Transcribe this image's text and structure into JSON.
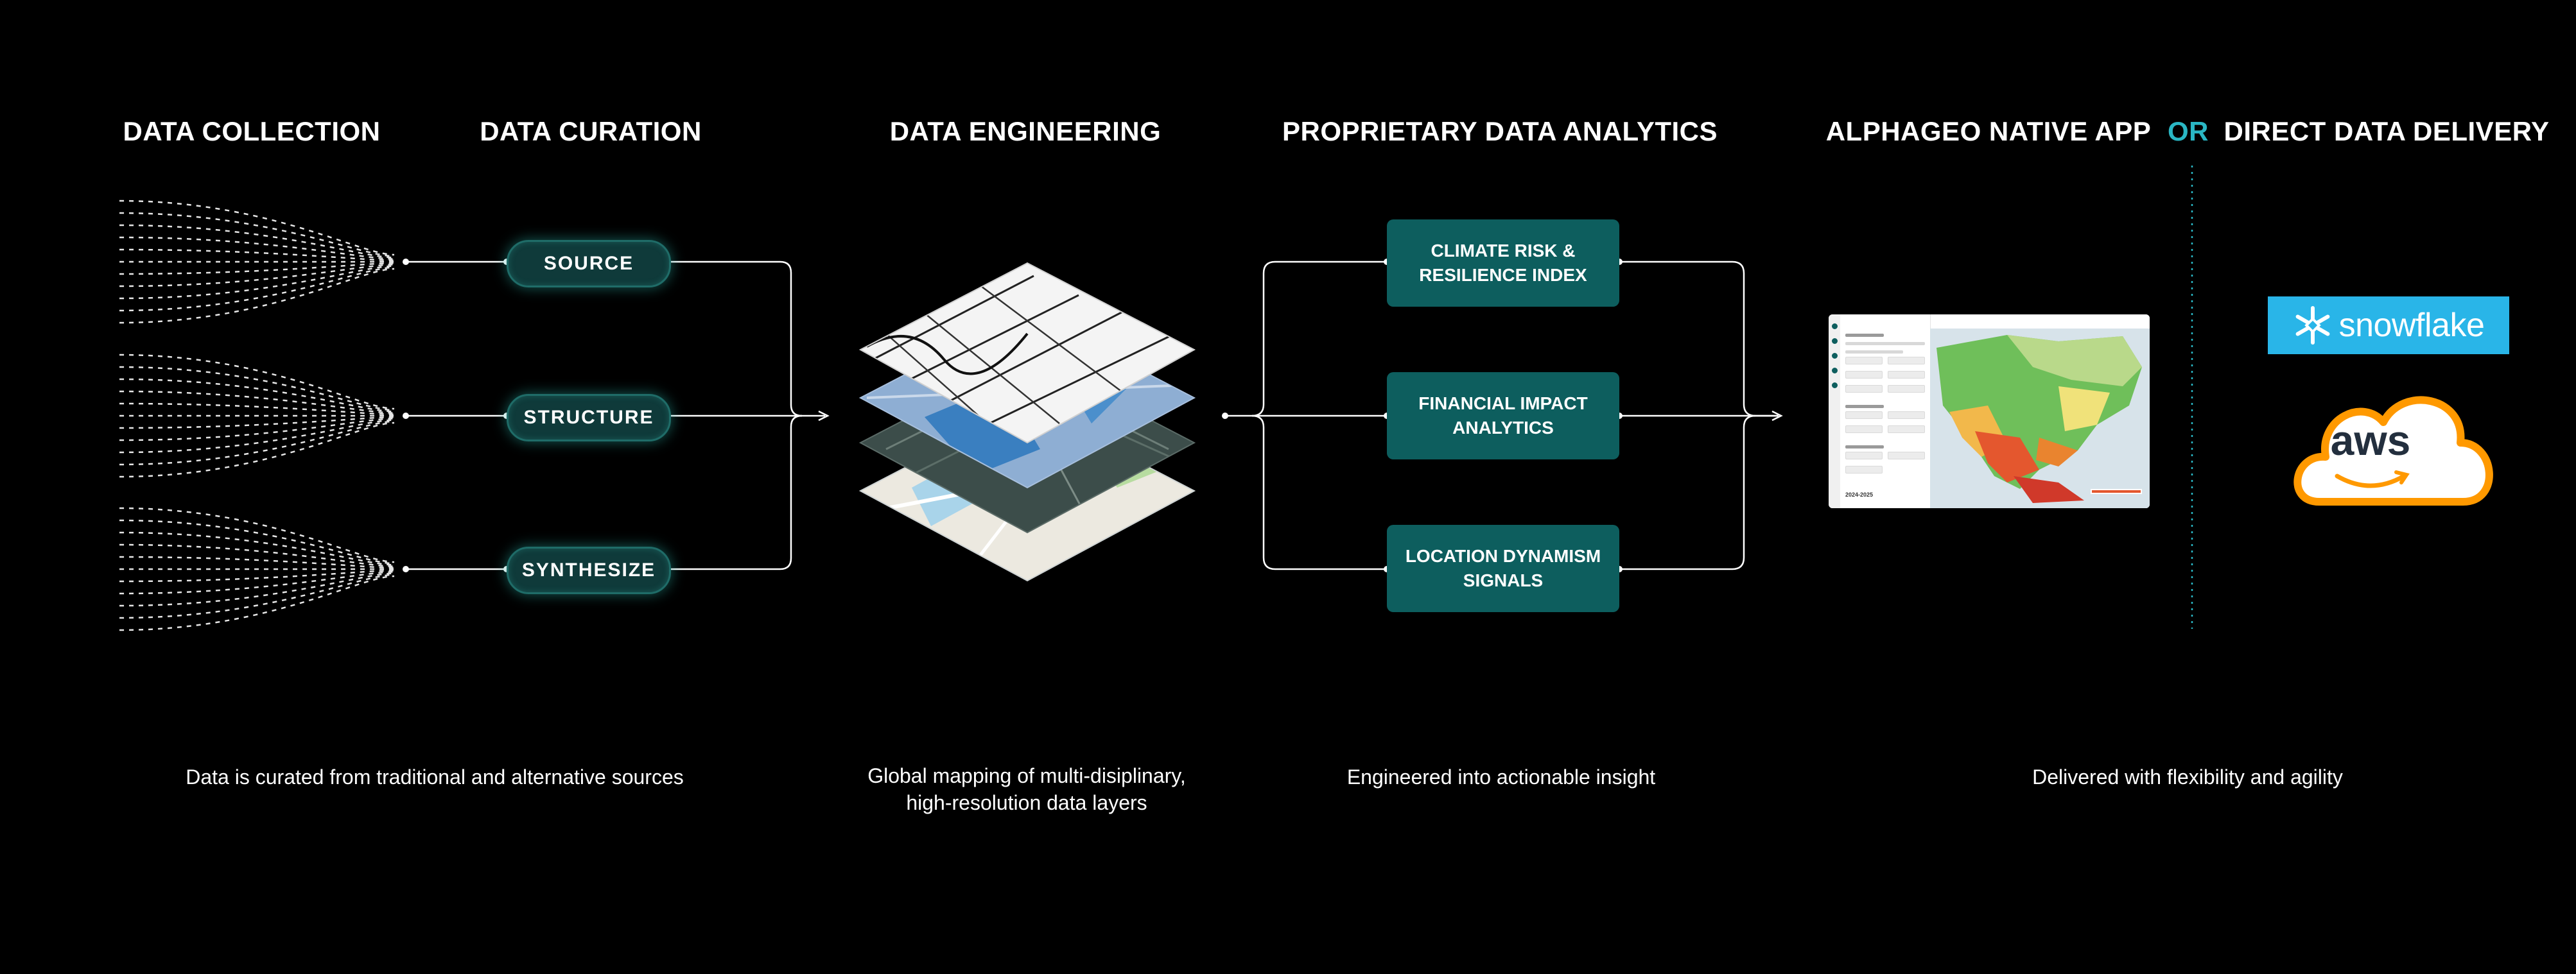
{
  "headers": {
    "collection": "DATA COLLECTION",
    "curation": "DATA CURATION",
    "engineering": "DATA ENGINEERING",
    "analytics": "PROPRIETARY DATA ANALYTICS",
    "native_app": "ALPHAGEO NATIVE APP",
    "or": "OR",
    "delivery": "DIRECT DATA DELIVERY"
  },
  "curation_steps": [
    "SOURCE",
    "STRUCTURE",
    "SYNTHESIZE"
  ],
  "analytics_boxes": [
    "CLIMATE RISK & RESILIENCE INDEX",
    "FINANCIAL IMPACT ANALYTICS",
    "LOCATION DYNAMISM SIGNALS"
  ],
  "captions": {
    "collection": "Data is curated from traditional and alternative sources",
    "engineering_line1": "Global mapping of multi-disiplinary,",
    "engineering_line2": "high-resolution data layers",
    "analytics": "Engineered into actionable insight",
    "delivery": "Delivered with flexibility and agility"
  },
  "logos": {
    "snowflake": "snowflake",
    "aws": "aws"
  },
  "app_mockup": {
    "range": "2024-2025"
  },
  "colors": {
    "background": "#000000",
    "teal": "#0d5e5e",
    "or_accent": "#2ab7c4",
    "snowflake_blue": "#29b5e8",
    "aws_orange": "#ff9900"
  },
  "icons": [
    "snowflake-logo-icon",
    "aws-logo-icon",
    "map-layers-icon"
  ]
}
